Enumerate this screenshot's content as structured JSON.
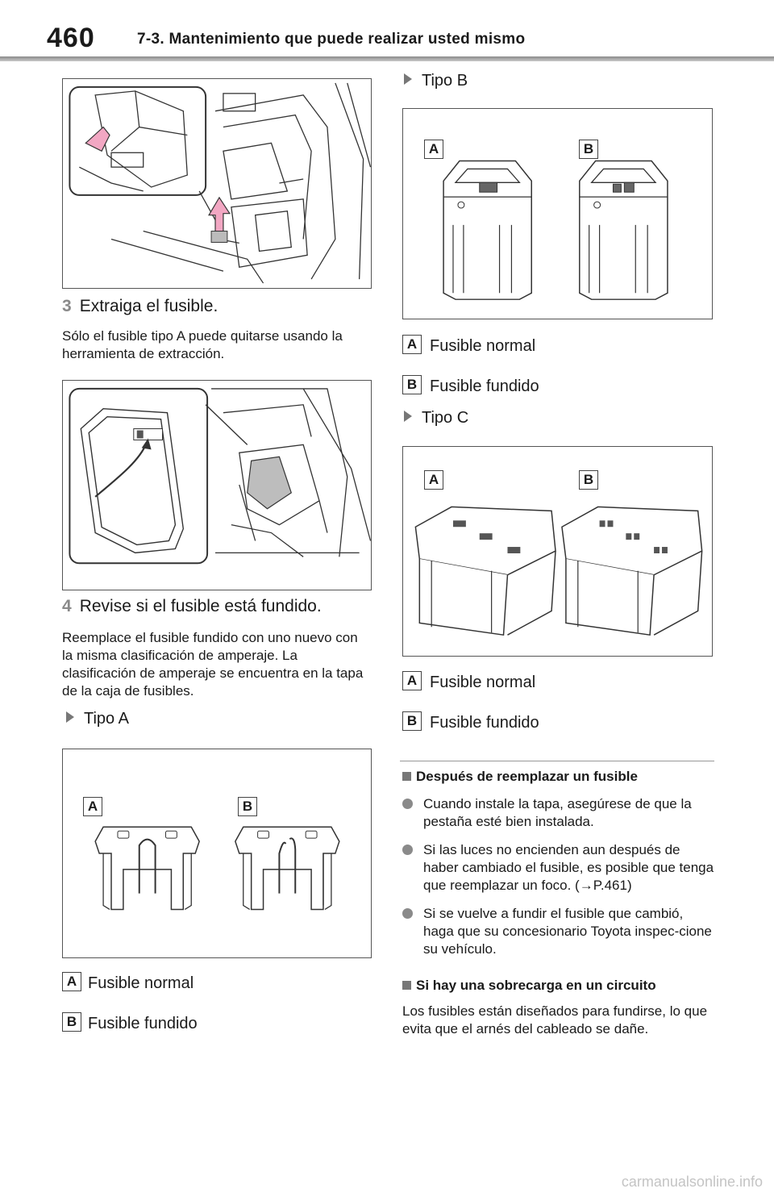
{
  "header": {
    "page_number": "460",
    "section_title": "7-3. Mantenimiento que puede realizar usted mismo"
  },
  "left": {
    "step3": {
      "num": "3",
      "title": "Extraiga el fusible."
    },
    "step3_note": "Sólo el fusible tipo A puede quitarse usando la herramienta de extracción.",
    "step4": {
      "num": "4",
      "title": "Revise si el fusible está fundido."
    },
    "step4_note": "Reemplace el fusible fundido con uno nuevo con la misma clasificación de amperaje. La clasificación de amperaje se encuentra en la tapa de la caja de fusibles.",
    "type_a_label": "Tipo A"
  },
  "figure_labels": {
    "a": "A",
    "b": "B"
  },
  "legend": {
    "a": "A",
    "b": "B",
    "normal": "Fusible normal",
    "blown": "Fusible fundido"
  },
  "right": {
    "type_b_label": "Tipo B",
    "type_c_label": "Tipo C"
  },
  "notes": {
    "heading1": "Después de reemplazar un fusible",
    "bullets": [
      "Cuando instale la tapa, asegúrese de que la pestaña esté bien instalada.",
      "Si las luces no encienden aun después de haber cambiado el fusible, es posible que tenga que reemplazar un foco. (→P.461)",
      "Si se vuelve a fundir el fusible que cambió, haga que su concesionario Toyota inspec-cione su vehículo."
    ],
    "heading2": "Si hay una sobrecarga en un circuito",
    "paragraph2": "Los fusibles están diseñados para fundirse, lo que evita que el arnés del cableado se dañe."
  },
  "watermark": "carmanualsonline.info",
  "colors": {
    "accent_gray": "#8a8a8a",
    "arrow_pink": "#f2a7c3"
  }
}
